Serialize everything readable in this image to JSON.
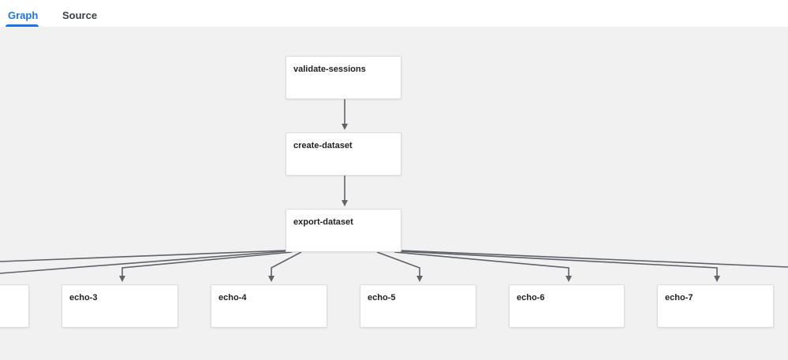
{
  "tabs": [
    {
      "label": "Graph",
      "active": true
    },
    {
      "label": "Source",
      "active": false
    }
  ],
  "graph": {
    "nodes": {
      "validate_sessions": "validate-sessions",
      "create_dataset": "create-dataset",
      "export_dataset": "export-dataset",
      "echo_3": "echo-3",
      "echo_4": "echo-4",
      "echo_5": "echo-5",
      "echo_6": "echo-6",
      "echo_7": "echo-7"
    }
  },
  "colors": {
    "accent": "#1a73e8",
    "canvas": "#f1f1f1",
    "edge": "#5f6368"
  }
}
